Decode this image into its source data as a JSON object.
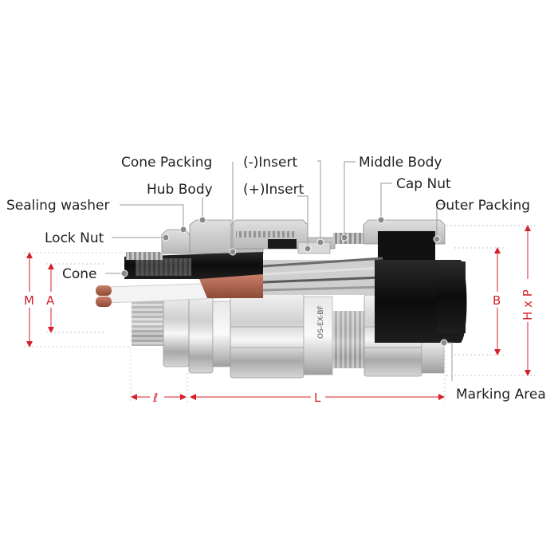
{
  "colors": {
    "dimension": "#d4202a",
    "leader": "#9a9a9a",
    "label": "#222222",
    "metal_light": "#e6e6e6",
    "metal_mid": "#bdbdbd",
    "metal_dark": "#8c8c8c",
    "cable_black": "#141414",
    "wire_copper": "#b0644a",
    "wire_white": "#f4f4f4"
  },
  "labels": {
    "cone_packing": "Cone Packing",
    "minus_insert": "(-)Insert",
    "middle_body": "Middle Body",
    "hub_body": "Hub Body",
    "plus_insert": "(+)Insert",
    "cap_nut": "Cap Nut",
    "sealing_washer": "Sealing washer",
    "outer_packing": "Outer Packing",
    "lock_nut": "Lock Nut",
    "cone": "Cone",
    "marking_area": "Marking Area"
  },
  "dimensions": {
    "m": "M",
    "a": "A",
    "b": "B",
    "hxp": "H x P",
    "ell": "ℓ",
    "l": "L"
  },
  "marking_text": "OS-EX-BF"
}
